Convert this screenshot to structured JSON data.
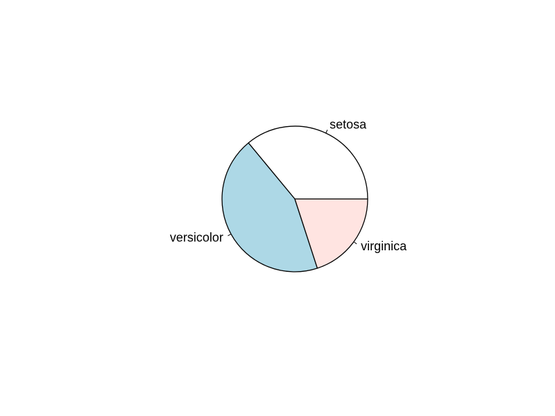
{
  "chart_data": {
    "type": "pie",
    "title": "",
    "start_angle_deg": 0,
    "direction": "counterclockwise",
    "categories": [
      "setosa",
      "versicolor",
      "virginica"
    ],
    "values": [
      36,
      44,
      20
    ],
    "colors": [
      "#ffffff",
      "#add8e6",
      "#ffe4e1"
    ],
    "border_color": "#000000",
    "legend": false
  }
}
